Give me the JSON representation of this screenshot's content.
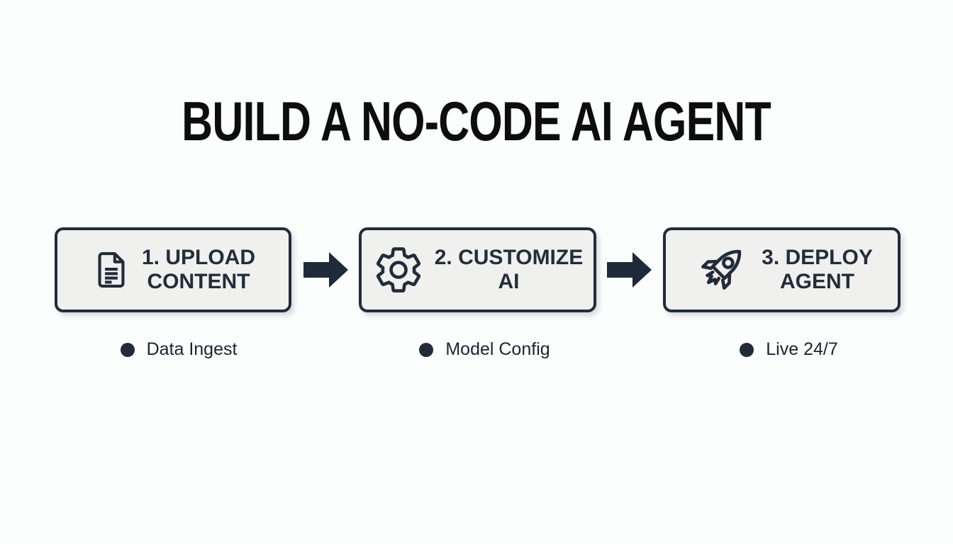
{
  "title": "BUILD A NO-CODE AI AGENT",
  "steps": [
    {
      "icon": "document-icon",
      "line1": "1. UPLOAD",
      "line2": "CONTENT",
      "caption": "Data Ingest"
    },
    {
      "icon": "gear-icon",
      "line1": "2. CUSTOMIZE",
      "line2": "AI",
      "caption": "Model Config"
    },
    {
      "icon": "rocket-icon",
      "line1": "3. DEPLOY",
      "line2": "AGENT",
      "caption": "Live 24/7"
    }
  ],
  "connectors": [
    {
      "icon": "arrow-right-icon"
    },
    {
      "icon": "arrow-right-icon"
    }
  ],
  "colors": {
    "ink": "#222c39",
    "box_fill": "#f0f0ee",
    "background": "#fcfdfd",
    "title_text": "#0d0d0d"
  }
}
